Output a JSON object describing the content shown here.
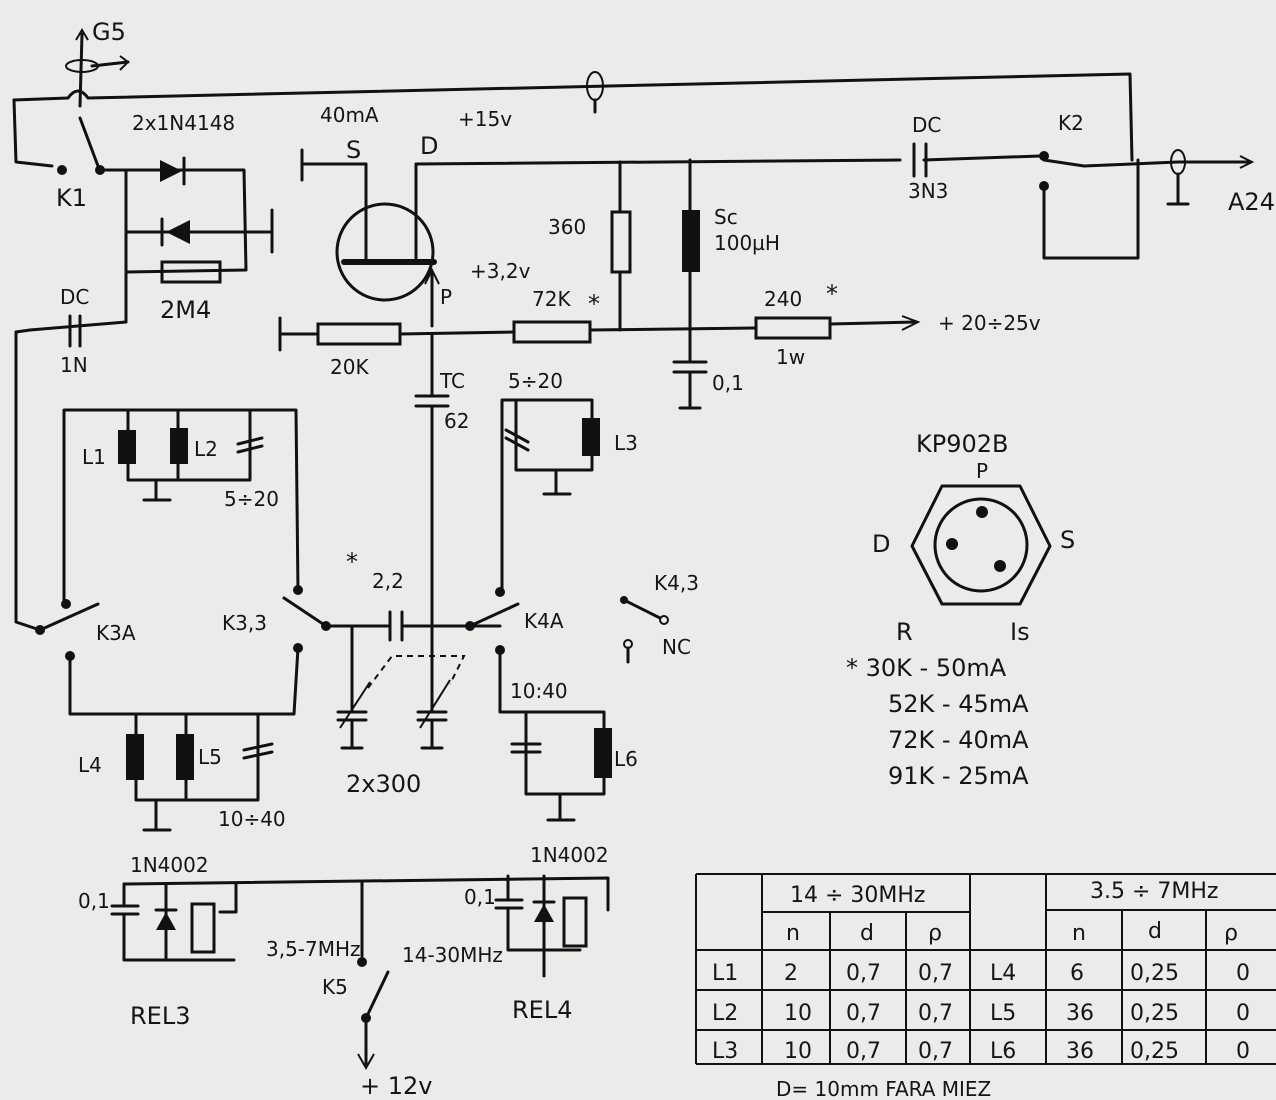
{
  "labels": {
    "g5": "G5",
    "k1": "K1",
    "diodes": "2x1N4148",
    "r2m4": "2M4",
    "dc_left": "DC",
    "c1n": "1N",
    "ids": "40mA",
    "s": "S",
    "d": "D",
    "plus15": "+15v",
    "plus32": "+3,2v",
    "p": "P",
    "r20k": "20K",
    "r72k": "72K",
    "star": "*",
    "r360": "360",
    "sc": "Sc",
    "l100": "100µH",
    "c01_mid": "0,1",
    "r240": "240",
    "w1": "1w",
    "vsupply": "+ 20÷25v",
    "dc_right": "DC",
    "c3n3": "3N3",
    "k2": "K2",
    "ant": "A24",
    "tc": "TC",
    "c62": "62",
    "l1": "L1",
    "l2": "L2",
    "c5_20a": "5÷20",
    "c5_20b": "5÷20",
    "l3": "L3",
    "k3a": "K3A",
    "k33": "K3,3",
    "c22": "2,2",
    "k4a": "K4A",
    "k43": "K4,3",
    "nc": "NC",
    "tuning": "2x300",
    "c10_40a": "10÷40",
    "c10_40b": "10:40",
    "l4": "L4",
    "l5": "L5",
    "l6": "L6",
    "kp": "KP902B",
    "pin_p": "P",
    "pin_d": "D",
    "pin_s": "S",
    "col_r": "R",
    "col_is": "Is",
    "rtable": [
      "* 30K  -  50mA",
      "52K  -  45mA",
      "72K  -  40mA",
      "91K  -  25mA"
    ],
    "d1": "1N4002",
    "d2": "1N4002",
    "c01_a": "0,1",
    "c01_b": "0,1",
    "rel3": "REL3",
    "rel4": "REL4",
    "band_lo": "3,5-7MHz",
    "band_hi": "14-30MHz",
    "k5": "K5",
    "plus12": "+ 12v",
    "footer": "D= 10mm  FARA MIEZ"
  },
  "coil_table": {
    "band_hi": "14 ÷ 30MHz",
    "band_lo": "3.5 ÷ 7MHz",
    "cols": [
      "n",
      "d",
      "ρ",
      "n",
      "d",
      "ρ"
    ],
    "rows": [
      [
        "L1",
        "2",
        "0,7",
        "0,7",
        "L4",
        "6",
        "0,25",
        "0"
      ],
      [
        "L2",
        "10",
        "0,7",
        "0,7",
        "L5",
        "36",
        "0,25",
        "0"
      ],
      [
        "L3",
        "10",
        "0,7",
        "0,7",
        "L6",
        "36",
        "0,25",
        "0"
      ]
    ]
  }
}
